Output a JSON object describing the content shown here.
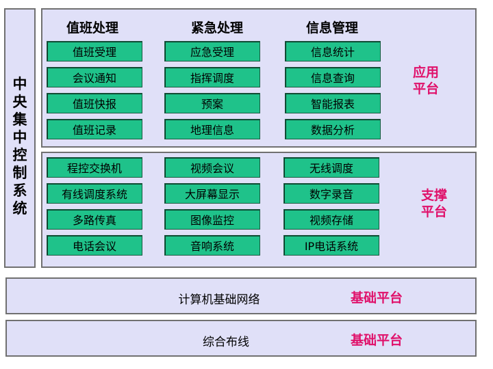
{
  "central_system": {
    "label": "中央集中控制系统"
  },
  "application_platform": {
    "label": "应用平台",
    "columns": [
      {
        "header": "值班处理",
        "items": [
          "值班受理",
          "会议通知",
          "值班快报",
          "值班记录"
        ]
      },
      {
        "header": "紧急处理",
        "items": [
          "应急受理",
          "指挥调度",
          "预案",
          "地理信息"
        ]
      },
      {
        "header": "信息管理",
        "items": [
          "信息统计",
          "信息查询",
          "智能报表",
          "数据分析"
        ]
      }
    ]
  },
  "support_platform": {
    "label": "支撑平台",
    "columns": [
      {
        "items": [
          "程控交换机",
          "有线调度系统",
          "多路传真",
          "电话会议"
        ]
      },
      {
        "items": [
          "视频会议",
          "大屏幕显示",
          "图像监控",
          "音响系统"
        ]
      },
      {
        "items": [
          "无线调度",
          "数字录音",
          "视频存储",
          "IP电话系统"
        ]
      }
    ]
  },
  "base_network": {
    "label": "计算机基础网络",
    "platform": "基础平台"
  },
  "cabling": {
    "label": "综合布线",
    "platform": "基础平台"
  }
}
